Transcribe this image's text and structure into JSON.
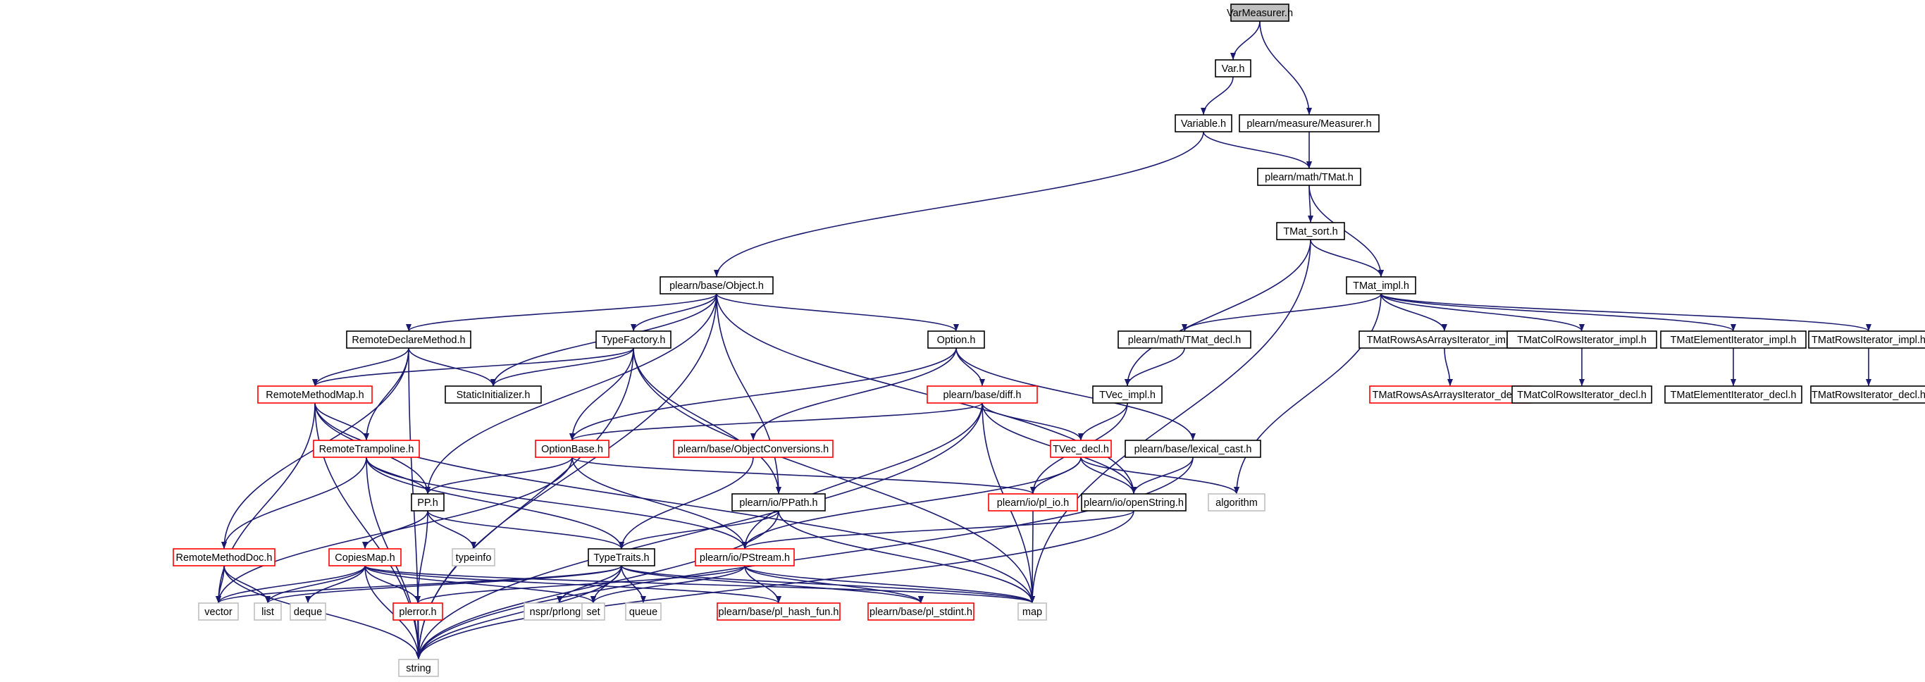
{
  "graph": {
    "title": "",
    "colors": {
      "edge": "#191970",
      "border_default": "#000000",
      "border_truncated": "#ff0000",
      "border_system": "#bfbfbf",
      "fill_root": "#bfbfbf",
      "fill_default": "#ffffff"
    },
    "nodes": [
      {
        "id": "varmeasurer",
        "label": "VarMeasurer.h",
        "kind": "root"
      },
      {
        "id": "var",
        "label": "Var.h",
        "kind": "normal"
      },
      {
        "id": "variable",
        "label": "Variable.h",
        "kind": "normal"
      },
      {
        "id": "measurer",
        "label": "plearn/measure/Measurer.h",
        "kind": "normal"
      },
      {
        "id": "tmat",
        "label": "plearn/math/TMat.h",
        "kind": "normal"
      },
      {
        "id": "tmatsort",
        "label": "TMat_sort.h",
        "kind": "normal"
      },
      {
        "id": "object",
        "label": "plearn/base/Object.h",
        "kind": "normal"
      },
      {
        "id": "tmatimpl",
        "label": "TMat_impl.h",
        "kind": "normal"
      },
      {
        "id": "remotedeclare",
        "label": "RemoteDeclareMethod.h",
        "kind": "normal"
      },
      {
        "id": "typefactory",
        "label": "TypeFactory.h",
        "kind": "normal"
      },
      {
        "id": "option",
        "label": "Option.h",
        "kind": "normal"
      },
      {
        "id": "tmatdecl",
        "label": "plearn/math/TMat_decl.h",
        "kind": "normal"
      },
      {
        "id": "rowsarrimpl",
        "label": "TMatRowsAsArraysIterator_impl.h",
        "kind": "normal"
      },
      {
        "id": "colrowsimpl",
        "label": "TMatColRowsIterator_impl.h",
        "kind": "normal"
      },
      {
        "id": "elemimpl",
        "label": "TMatElementIterator_impl.h",
        "kind": "normal"
      },
      {
        "id": "rowsimpl",
        "label": "TMatRowsIterator_impl.h",
        "kind": "normal"
      },
      {
        "id": "remotemethodmap",
        "label": "RemoteMethodMap.h",
        "kind": "truncated"
      },
      {
        "id": "staticinit",
        "label": "StaticInitializer.h",
        "kind": "normal"
      },
      {
        "id": "diff",
        "label": "plearn/base/diff.h",
        "kind": "truncated"
      },
      {
        "id": "tvecimpl",
        "label": "TVec_impl.h",
        "kind": "normal"
      },
      {
        "id": "rowsarrdecl",
        "label": "TMatRowsAsArraysIterator_decl.h",
        "kind": "truncated"
      },
      {
        "id": "colrowsdecl",
        "label": "TMatColRowsIterator_decl.h",
        "kind": "normal"
      },
      {
        "id": "elemdecl",
        "label": "TMatElementIterator_decl.h",
        "kind": "normal"
      },
      {
        "id": "rowsdecl",
        "label": "TMatRowsIterator_decl.h",
        "kind": "normal"
      },
      {
        "id": "remotetramp",
        "label": "RemoteTrampoline.h",
        "kind": "truncated"
      },
      {
        "id": "optionbase",
        "label": "OptionBase.h",
        "kind": "truncated"
      },
      {
        "id": "objconv",
        "label": "plearn/base/ObjectConversions.h",
        "kind": "truncated"
      },
      {
        "id": "tvecdecl",
        "label": "TVec_decl.h",
        "kind": "truncated"
      },
      {
        "id": "lexicalcast",
        "label": "plearn/base/lexical_cast.h",
        "kind": "normal"
      },
      {
        "id": "pp",
        "label": "PP.h",
        "kind": "normal"
      },
      {
        "id": "ppath",
        "label": "plearn/io/PPath.h",
        "kind": "normal"
      },
      {
        "id": "plio",
        "label": "plearn/io/pl_io.h",
        "kind": "truncated"
      },
      {
        "id": "openstring",
        "label": "plearn/io/openString.h",
        "kind": "normal"
      },
      {
        "id": "algorithm",
        "label": "algorithm",
        "kind": "system"
      },
      {
        "id": "remotemethoddoc",
        "label": "RemoteMethodDoc.h",
        "kind": "truncated"
      },
      {
        "id": "copiesmap",
        "label": "CopiesMap.h",
        "kind": "truncated"
      },
      {
        "id": "typeinfo",
        "label": "typeinfo",
        "kind": "system"
      },
      {
        "id": "typetraits",
        "label": "TypeTraits.h",
        "kind": "normal"
      },
      {
        "id": "pstream",
        "label": "plearn/io/PStream.h",
        "kind": "truncated"
      },
      {
        "id": "vector",
        "label": "vector",
        "kind": "system"
      },
      {
        "id": "list",
        "label": "list",
        "kind": "system"
      },
      {
        "id": "deque",
        "label": "deque",
        "kind": "system"
      },
      {
        "id": "plerror",
        "label": "plerror.h",
        "kind": "truncated"
      },
      {
        "id": "nsprlong",
        "label": "nspr/prlong.h",
        "kind": "system"
      },
      {
        "id": "set",
        "label": "set",
        "kind": "system"
      },
      {
        "id": "queue",
        "label": "queue",
        "kind": "system"
      },
      {
        "id": "plhash",
        "label": "plearn/base/pl_hash_fun.h",
        "kind": "truncated"
      },
      {
        "id": "plstdint",
        "label": "plearn/base/pl_stdint.h",
        "kind": "truncated"
      },
      {
        "id": "map",
        "label": "map",
        "kind": "system"
      },
      {
        "id": "string",
        "label": "string",
        "kind": "system"
      }
    ],
    "edges": [
      [
        "varmeasurer",
        "var"
      ],
      [
        "varmeasurer",
        "measurer"
      ],
      [
        "var",
        "variable"
      ],
      [
        "variable",
        "tmat"
      ],
      [
        "variable",
        "object"
      ],
      [
        "measurer",
        "tmat"
      ],
      [
        "tmat",
        "tmatsort"
      ],
      [
        "tmat",
        "tmatimpl"
      ],
      [
        "tmatsort",
        "tmatimpl"
      ],
      [
        "tmatsort",
        "tvecimpl"
      ],
      [
        "tmatsort",
        "map"
      ],
      [
        "tmatimpl",
        "tmatdecl"
      ],
      [
        "tmatimpl",
        "rowsarrimpl"
      ],
      [
        "tmatimpl",
        "colrowsimpl"
      ],
      [
        "tmatimpl",
        "elemimpl"
      ],
      [
        "tmatimpl",
        "rowsimpl"
      ],
      [
        "tmatimpl",
        "algorithm"
      ],
      [
        "rowsarrimpl",
        "rowsarrdecl"
      ],
      [
        "colrowsimpl",
        "colrowsdecl"
      ],
      [
        "elemimpl",
        "elemdecl"
      ],
      [
        "rowsimpl",
        "rowsdecl"
      ],
      [
        "tmatdecl",
        "tvecimpl"
      ],
      [
        "tvecimpl",
        "tvecdecl"
      ],
      [
        "tvecimpl",
        "plio"
      ],
      [
        "object",
        "remotedeclare"
      ],
      [
        "object",
        "typefactory"
      ],
      [
        "object",
        "option"
      ],
      [
        "object",
        "staticinit"
      ],
      [
        "object",
        "pp"
      ],
      [
        "object",
        "ppath"
      ],
      [
        "object",
        "openstring"
      ],
      [
        "object",
        "string"
      ],
      [
        "remotedeclare",
        "remotemethodmap"
      ],
      [
        "remotedeclare",
        "remotetramp"
      ],
      [
        "remotedeclare",
        "staticinit"
      ],
      [
        "remotedeclare",
        "remotemethoddoc"
      ],
      [
        "remotedeclare",
        "string"
      ],
      [
        "typefactory",
        "remotemethodmap"
      ],
      [
        "typefactory",
        "optionbase"
      ],
      [
        "typefactory",
        "staticinit"
      ],
      [
        "typefactory",
        "ppath"
      ],
      [
        "typefactory",
        "map"
      ],
      [
        "typefactory",
        "string"
      ],
      [
        "option",
        "optionbase"
      ],
      [
        "option",
        "objconv"
      ],
      [
        "option",
        "diff"
      ],
      [
        "option",
        "lexicalcast"
      ],
      [
        "remotemethodmap",
        "remotetramp"
      ],
      [
        "remotemethodmap",
        "pp"
      ],
      [
        "remotemethodmap",
        "vector"
      ],
      [
        "remotemethodmap",
        "string"
      ],
      [
        "remotemethodmap",
        "map"
      ],
      [
        "diff",
        "optionbase"
      ],
      [
        "diff",
        "tvecdecl"
      ],
      [
        "diff",
        "openstring"
      ],
      [
        "diff",
        "pstream"
      ],
      [
        "diff",
        "map"
      ],
      [
        "diff",
        "string"
      ],
      [
        "tvecdecl",
        "openstring"
      ],
      [
        "tvecdecl",
        "plio"
      ],
      [
        "tvecdecl",
        "pstream"
      ],
      [
        "tvecdecl",
        "algorithm"
      ],
      [
        "remotetramp",
        "pp"
      ],
      [
        "remotetramp",
        "remotemethoddoc"
      ],
      [
        "remotetramp",
        "typetraits"
      ],
      [
        "remotetramp",
        "pstream"
      ],
      [
        "remotetramp",
        "string"
      ],
      [
        "optionbase",
        "pp"
      ],
      [
        "optionbase",
        "vector"
      ],
      [
        "optionbase",
        "plio"
      ],
      [
        "optionbase",
        "pstream"
      ],
      [
        "objconv",
        "typetraits"
      ],
      [
        "lexicalcast",
        "openstring"
      ],
      [
        "lexicalcast",
        "string"
      ],
      [
        "pp",
        "typeinfo"
      ],
      [
        "pp",
        "copiesmap"
      ],
      [
        "pp",
        "typetraits"
      ],
      [
        "pp",
        "plerror"
      ],
      [
        "ppath",
        "typetraits"
      ],
      [
        "ppath",
        "map"
      ],
      [
        "ppath",
        "string"
      ],
      [
        "plio",
        "map"
      ],
      [
        "openstring",
        "pstream"
      ],
      [
        "openstring",
        "string"
      ],
      [
        "remotemethoddoc",
        "vector"
      ],
      [
        "remotemethoddoc",
        "list"
      ],
      [
        "remotemethoddoc",
        "string"
      ],
      [
        "copiesmap",
        "vector"
      ],
      [
        "copiesmap",
        "list"
      ],
      [
        "copiesmap",
        "deque"
      ],
      [
        "copiesmap",
        "plerror"
      ],
      [
        "copiesmap",
        "set"
      ],
      [
        "copiesmap",
        "map"
      ],
      [
        "copiesmap",
        "plhash"
      ],
      [
        "copiesmap",
        "string"
      ],
      [
        "typetraits",
        "vector"
      ],
      [
        "typetraits",
        "list"
      ],
      [
        "typetraits",
        "nsprlong"
      ],
      [
        "typetraits",
        "set"
      ],
      [
        "typetraits",
        "queue"
      ],
      [
        "typetraits",
        "map"
      ],
      [
        "typetraits",
        "string"
      ],
      [
        "typetraits",
        "plstdint"
      ],
      [
        "pstream",
        "plerror"
      ],
      [
        "pstream",
        "set"
      ],
      [
        "pstream",
        "plhash"
      ],
      [
        "pstream",
        "plstdint"
      ],
      [
        "pstream",
        "map"
      ],
      [
        "plerror",
        "string"
      ]
    ]
  }
}
